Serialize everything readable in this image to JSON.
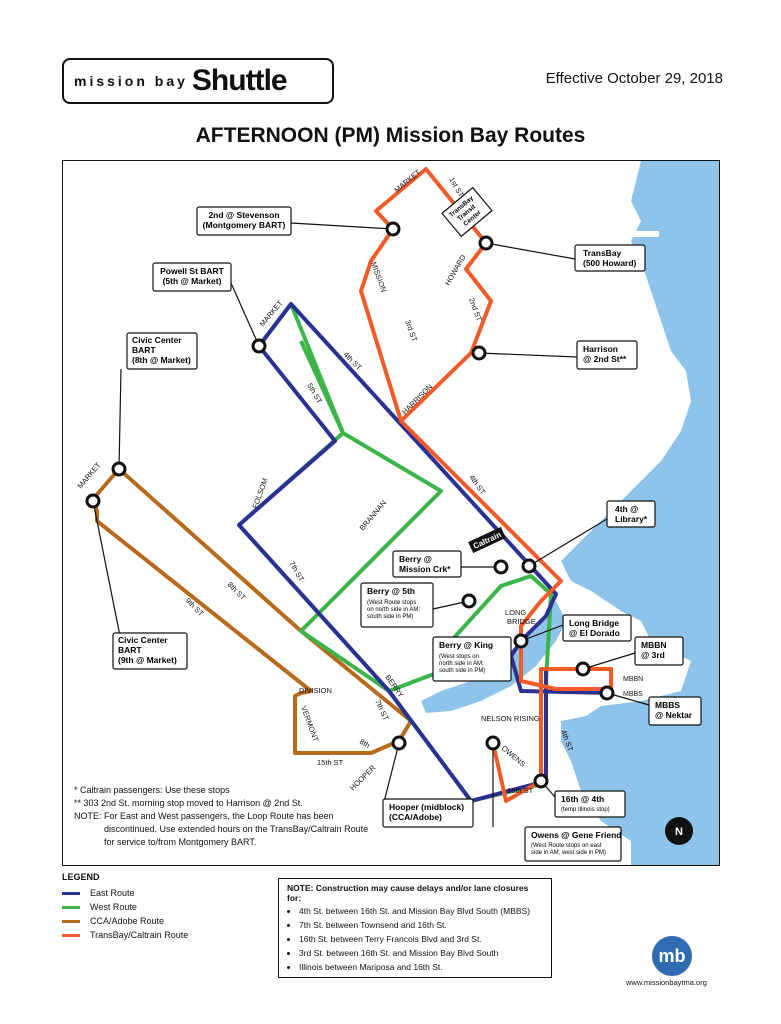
{
  "header": {
    "logo_small": "mission bay",
    "logo_big": "Shuttle",
    "effective": "Effective October 29, 2018",
    "title": "AFTERNOON (PM) Mission Bay Routes"
  },
  "colors": {
    "east": "#2b3192",
    "west": "#3bb54a",
    "cca": "#b66a1c",
    "transbay": "#f15a29",
    "water": "#8ec4ea"
  },
  "stops": {
    "second_stevenson": "2nd @ Stevenson\n(Montgomery BART)",
    "powell": "Powell St BART\n(5th @ Market)",
    "civic_center_8th": "Civic Center\nBART\n(8th @ Market)",
    "civic_center_9th": "Civic Center\nBART\n(9th @ Market)",
    "transbay_500": "TransBay\n(500 Howard)",
    "harrison_2nd": "Harrison\n@ 2nd St**",
    "fourth_library": "4th @\nLibrary*",
    "berry_mission_crk": "Berry @\nMission Crk*",
    "berry_5th": "Berry @ 5th",
    "berry_5th_note": "(West Route stops\non north side in AM;\nsouth side in PM)",
    "long_bridge_el_dorado": "Long Bridge\n@ El Dorado",
    "berry_king": "Berry @ King",
    "berry_king_note": "(West stops on\nnorth side in AM;\nsouth side in PM)",
    "mbbn_3rd": "MBBN\n@ 3rd",
    "mbbs_nektar": "MBBS\n@ Nektar",
    "sixteenth_4th": "16th @ 4th",
    "sixteenth_4th_note": "(temp Illinois stop)",
    "hooper": "Hooper (midblock)\n(CCA/Adobe)",
    "owens_gene_friend": "Owens @ Gene Friend",
    "owens_note": "(West Route stops on east\nside in AM; west side in PM)",
    "transbay_center": "TransBay\nTransit\nCenter",
    "caltrain": "Caltrain"
  },
  "streets": {
    "market1": "MARKET",
    "first_st": "1st ST",
    "mission": "MISSION",
    "howard": "HOWARD",
    "second_st": "2nd ST",
    "third_st": "3rd ST",
    "harrison": "HARRISON",
    "market2": "MARKET",
    "fourth_st_a": "4th ST",
    "fifth_st": "5th ST",
    "fourth_st_b": "4th ST",
    "folsom": "FOLSOM",
    "brannan": "BRANNAN",
    "seventh_st_a": "7th ST",
    "market3": "MARKET",
    "eighth_st": "8th ST",
    "ninth_st": "9th ST",
    "long_bridge": "LONG\nBRIDGE",
    "berry": "BERRY",
    "mbbn": "MBBN",
    "mbbs": "MBBS",
    "nelson_rising": "NELSON RISING",
    "owens": "OWENS",
    "fourth_st_c": "4th ST",
    "sixteenth_st": "16th ST",
    "division": "DIVISION",
    "vermont": "VERMONT",
    "fifteenth_st": "15th ST",
    "eighth_st_b": "8th",
    "hooper": "HOOPER",
    "seventh_st_b": "7th ST"
  },
  "notes": [
    "*  Caltrain passengers: Use these stops",
    "** 303 2nd St. morning stop moved to Harrison @ 2nd St.",
    "NOTE:  For East and West passengers, the Loop Route has been",
    "discontinued. Use extended hours on the TransBay/Caltrain Route",
    "for service to/from Montgomery BART."
  ],
  "legend": {
    "title": "LEGEND",
    "items": [
      "East Route",
      "West Route",
      "CCA/Adobe Route",
      "TransBay/Caltrain Route"
    ]
  },
  "construction": {
    "title": "NOTE: Construction may cause delays and/or lane closures for:",
    "items": [
      "4th St. between 16th St. and Mission Bay Blvd South (MBBS)",
      "7th St. between Townsend and 16th St.",
      "16th St. between Terry Francois Blvd and 3rd St.",
      "3rd St. between 16th St. and Mission Bay Blvd South",
      "Illinois between Mariposa and 16th St."
    ]
  },
  "footer": {
    "mb_logo": "mb",
    "website": "www.missionbaytma.org",
    "compass": "N"
  }
}
